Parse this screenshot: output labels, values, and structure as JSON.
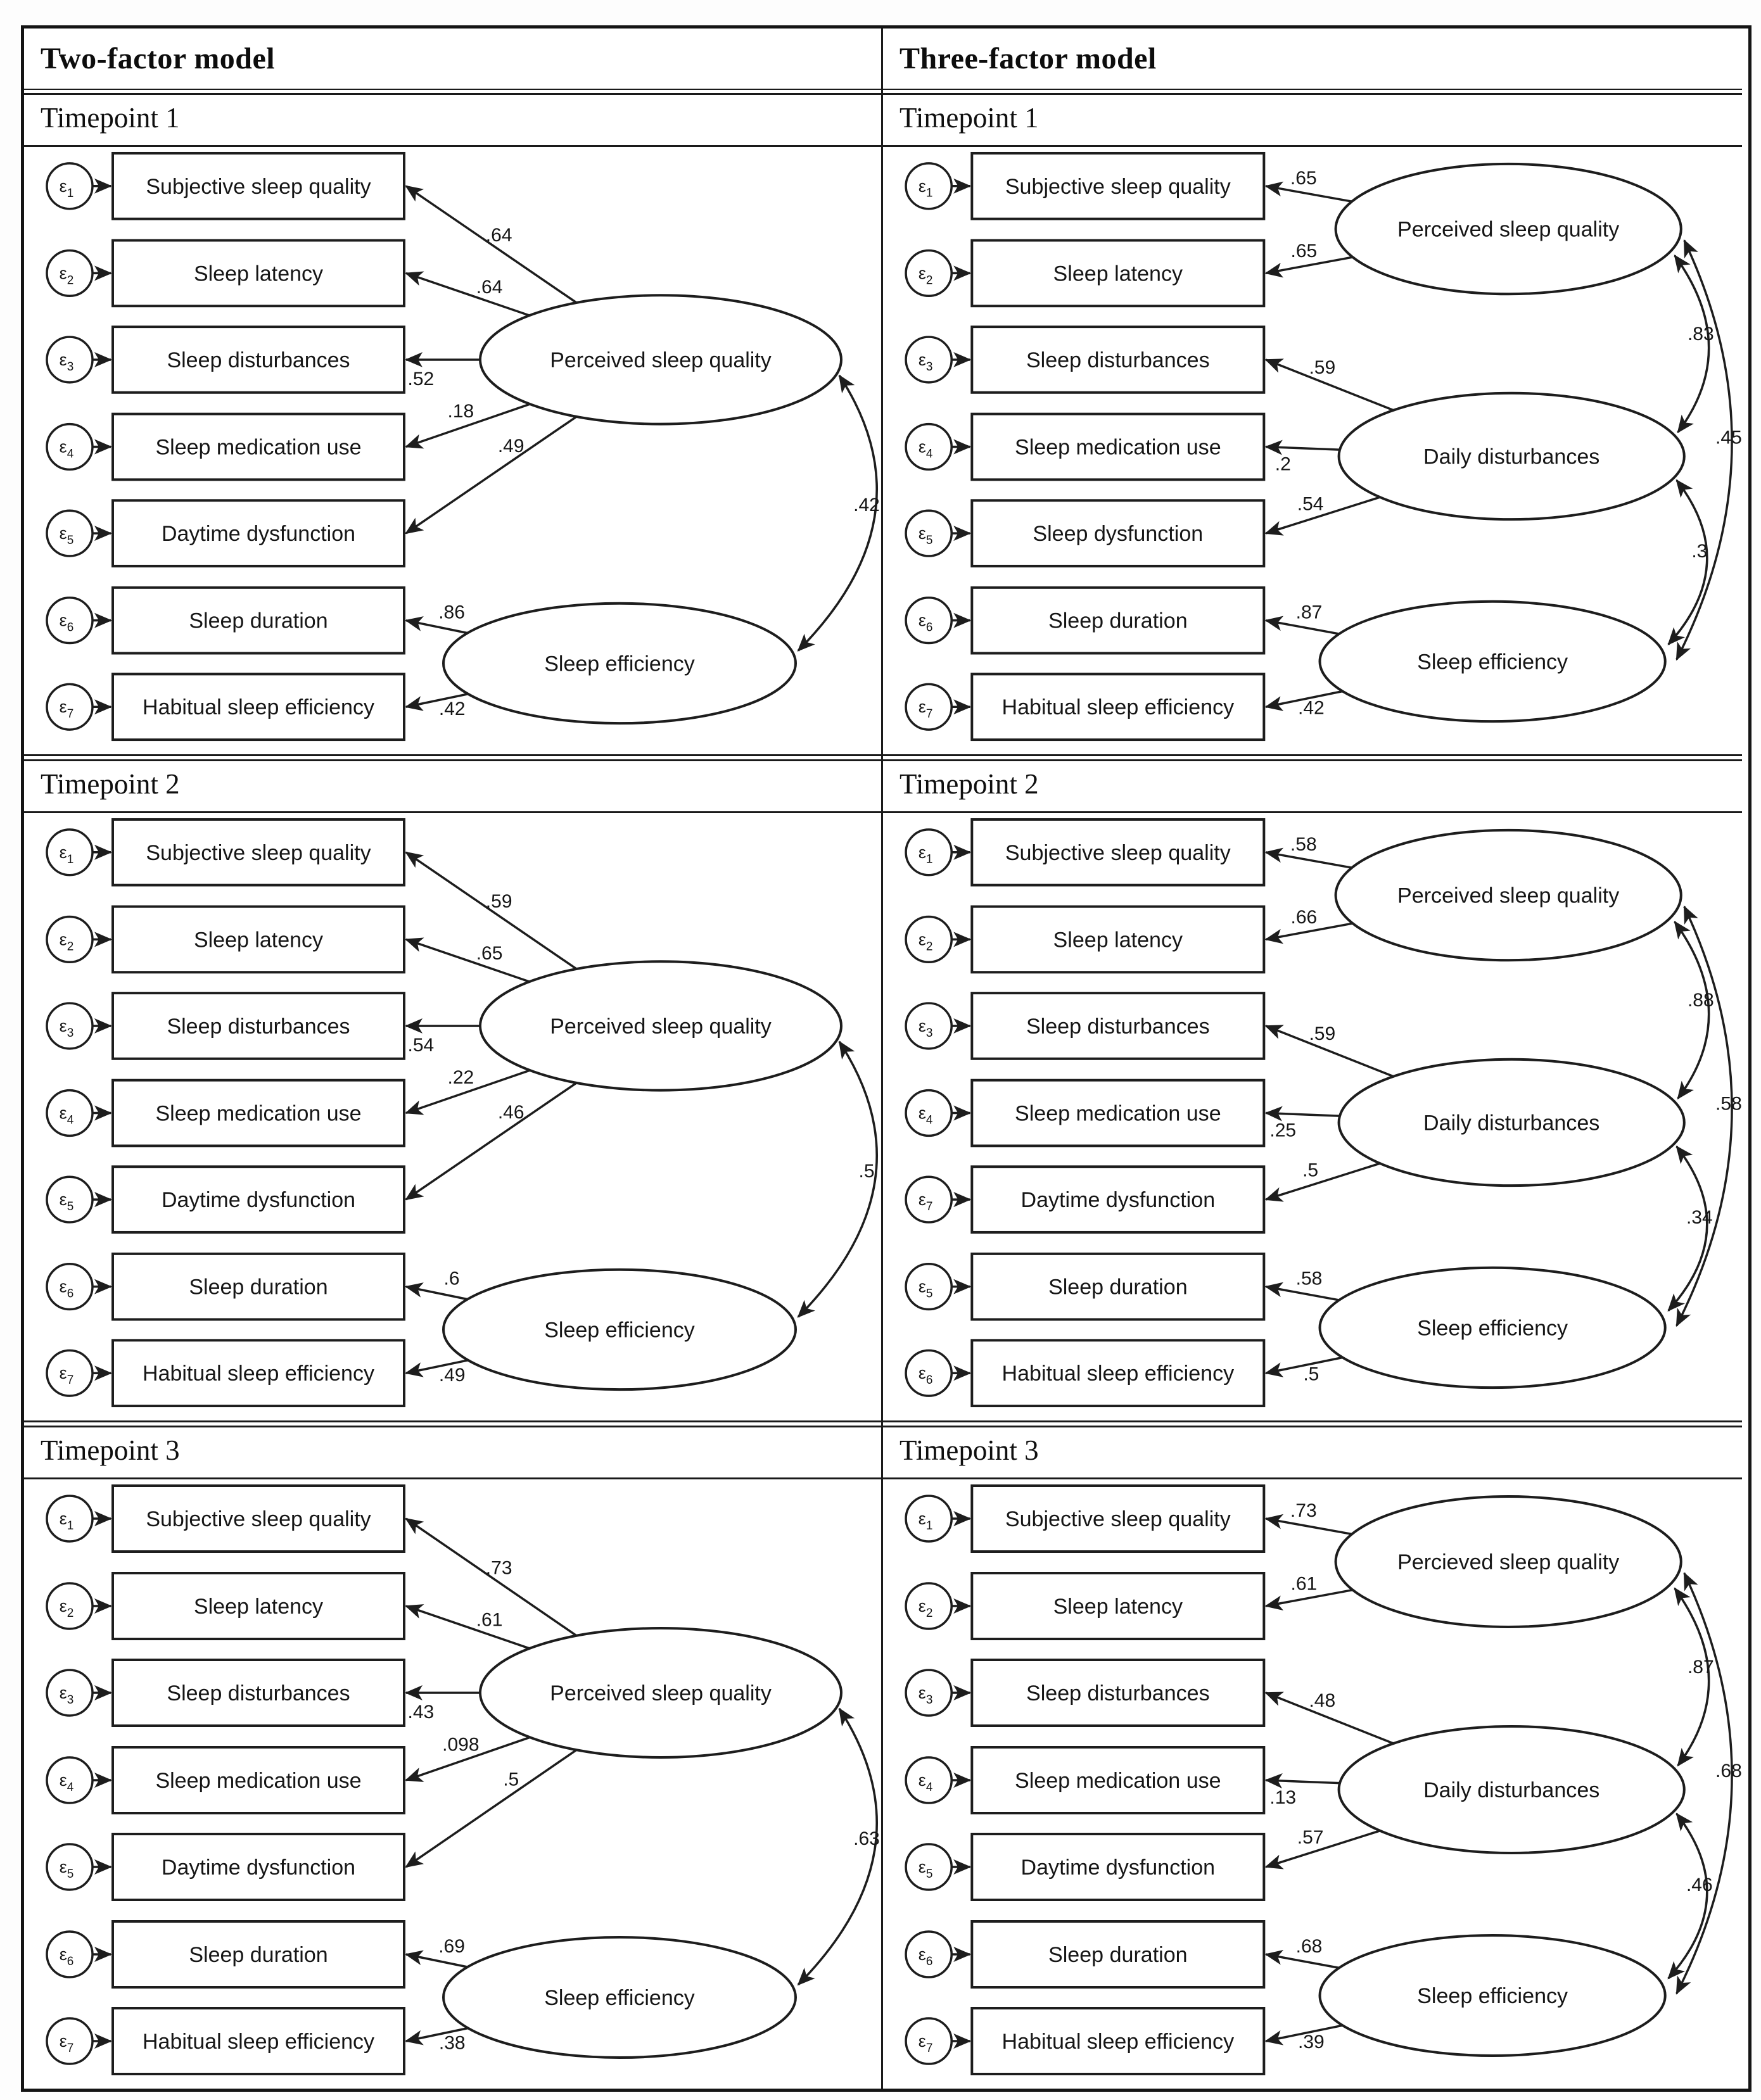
{
  "table": {
    "columns": [
      {
        "header": "Two-factor model",
        "sections": [
          {
            "label": "Timepoint 1",
            "panel": {
              "type": "two-factor",
              "indicators": [
                {
                  "error": "ε1",
                  "label": "Subjective sleep quality"
                },
                {
                  "error": "ε2",
                  "label": "Sleep latency"
                },
                {
                  "error": "ε3",
                  "label": "Sleep disturbances"
                },
                {
                  "error": "ε4",
                  "label": "Sleep medication use"
                },
                {
                  "error": "ε5",
                  "label": "Daytime dysfunction"
                },
                {
                  "error": "ε6",
                  "label": "Sleep duration"
                },
                {
                  "error": "ε7",
                  "label": "Habitual sleep efficiency"
                }
              ],
              "factors": [
                {
                  "name": "Perceived sleep quality",
                  "loadings": [
                    {
                      "row": 0,
                      "value": ".64"
                    },
                    {
                      "row": 1,
                      "value": ".64"
                    },
                    {
                      "row": 2,
                      "value": ".52"
                    },
                    {
                      "row": 3,
                      "value": ".18"
                    },
                    {
                      "row": 4,
                      "value": ".49"
                    }
                  ]
                },
                {
                  "name": "Sleep efficiency",
                  "loadings": [
                    {
                      "row": 5,
                      "value": ".86"
                    },
                    {
                      "row": 6,
                      "value": ".42"
                    }
                  ]
                }
              ],
              "correlations": [
                {
                  "between": [
                    0,
                    1
                  ],
                  "value": ".42"
                }
              ]
            }
          },
          {
            "label": "Timepoint 2",
            "panel": {
              "type": "two-factor",
              "indicators": [
                {
                  "error": "ε1",
                  "label": "Subjective sleep quality"
                },
                {
                  "error": "ε2",
                  "label": "Sleep latency"
                },
                {
                  "error": "ε3",
                  "label": "Sleep disturbances"
                },
                {
                  "error": "ε4",
                  "label": "Sleep medication use"
                },
                {
                  "error": "ε5",
                  "label": "Daytime dysfunction"
                },
                {
                  "error": "ε6",
                  "label": "Sleep duration"
                },
                {
                  "error": "ε7",
                  "label": "Habitual sleep efficiency"
                }
              ],
              "factors": [
                {
                  "name": "Perceived sleep quality",
                  "loadings": [
                    {
                      "row": 0,
                      "value": ".59"
                    },
                    {
                      "row": 1,
                      "value": ".65"
                    },
                    {
                      "row": 2,
                      "value": ".54"
                    },
                    {
                      "row": 3,
                      "value": ".22"
                    },
                    {
                      "row": 4,
                      "value": ".46"
                    }
                  ]
                },
                {
                  "name": "Sleep efficiency",
                  "loadings": [
                    {
                      "row": 5,
                      "value": ".6"
                    },
                    {
                      "row": 6,
                      "value": ".49"
                    }
                  ]
                }
              ],
              "correlations": [
                {
                  "between": [
                    0,
                    1
                  ],
                  "value": ".5"
                }
              ]
            }
          },
          {
            "label": "Timepoint 3",
            "panel": {
              "type": "two-factor",
              "indicators": [
                {
                  "error": "ε1",
                  "label": "Subjective sleep quality"
                },
                {
                  "error": "ε2",
                  "label": "Sleep latency"
                },
                {
                  "error": "ε3",
                  "label": "Sleep disturbances"
                },
                {
                  "error": "ε4",
                  "label": "Sleep medication use"
                },
                {
                  "error": "ε5",
                  "label": "Daytime dysfunction"
                },
                {
                  "error": "ε6",
                  "label": "Sleep duration"
                },
                {
                  "error": "ε7",
                  "label": "Habitual sleep efficiency"
                }
              ],
              "factors": [
                {
                  "name": "Perceived sleep quality",
                  "loadings": [
                    {
                      "row": 0,
                      "value": ".73"
                    },
                    {
                      "row": 1,
                      "value": ".61"
                    },
                    {
                      "row": 2,
                      "value": ".43"
                    },
                    {
                      "row": 3,
                      "value": ".098"
                    },
                    {
                      "row": 4,
                      "value": ".5"
                    }
                  ]
                },
                {
                  "name": "Sleep efficiency",
                  "loadings": [
                    {
                      "row": 5,
                      "value": ".69"
                    },
                    {
                      "row": 6,
                      "value": ".38"
                    }
                  ]
                }
              ],
              "correlations": [
                {
                  "between": [
                    0,
                    1
                  ],
                  "value": ".63"
                }
              ]
            }
          }
        ]
      },
      {
        "header": "Three-factor model",
        "sections": [
          {
            "label": "Timepoint 1",
            "panel": {
              "type": "three-factor",
              "indicators": [
                {
                  "error": "ε1",
                  "label": "Subjective sleep quality"
                },
                {
                  "error": "ε2",
                  "label": "Sleep latency"
                },
                {
                  "error": "ε3",
                  "label": "Sleep disturbances"
                },
                {
                  "error": "ε4",
                  "label": "Sleep medication use"
                },
                {
                  "error": "ε5",
                  "label": "Sleep dysfunction"
                },
                {
                  "error": "ε6",
                  "label": "Sleep duration"
                },
                {
                  "error": "ε7",
                  "label": "Habitual sleep efficiency"
                }
              ],
              "factors": [
                {
                  "name": "Perceived sleep quality",
                  "loadings": [
                    {
                      "row": 0,
                      "value": ".65"
                    },
                    {
                      "row": 1,
                      "value": ".65"
                    }
                  ]
                },
                {
                  "name": "Daily disturbances",
                  "loadings": [
                    {
                      "row": 2,
                      "value": ".59"
                    },
                    {
                      "row": 3,
                      "value": ".2"
                    },
                    {
                      "row": 4,
                      "value": ".54"
                    }
                  ]
                },
                {
                  "name": "Sleep efficiency",
                  "loadings": [
                    {
                      "row": 5,
                      "value": ".87"
                    },
                    {
                      "row": 6,
                      "value": ".42"
                    }
                  ]
                }
              ],
              "correlations": [
                {
                  "between": [
                    0,
                    1
                  ],
                  "value": ".83"
                },
                {
                  "between": [
                    1,
                    2
                  ],
                  "value": ".3"
                },
                {
                  "between": [
                    0,
                    2
                  ],
                  "value": ".45"
                }
              ]
            }
          },
          {
            "label": "Timepoint 2",
            "panel": {
              "type": "three-factor",
              "indicators": [
                {
                  "error": "ε1",
                  "label": "Subjective sleep quality"
                },
                {
                  "error": "ε2",
                  "label": "Sleep latency"
                },
                {
                  "error": "ε3",
                  "label": "Sleep disturbances"
                },
                {
                  "error": "ε4",
                  "label": "Sleep medication use"
                },
                {
                  "error": "ε7",
                  "label": "Daytime dysfunction"
                },
                {
                  "error": "ε5",
                  "label": "Sleep duration"
                },
                {
                  "error": "ε6",
                  "label": "Habitual sleep efficiency"
                }
              ],
              "factors": [
                {
                  "name": "Perceived sleep quality",
                  "loadings": [
                    {
                      "row": 0,
                      "value": ".58"
                    },
                    {
                      "row": 1,
                      "value": ".66"
                    }
                  ]
                },
                {
                  "name": "Daily disturbances",
                  "loadings": [
                    {
                      "row": 2,
                      "value": ".59"
                    },
                    {
                      "row": 3,
                      "value": ".25"
                    },
                    {
                      "row": 4,
                      "value": ".5"
                    }
                  ]
                },
                {
                  "name": "Sleep efficiency",
                  "loadings": [
                    {
                      "row": 5,
                      "value": ".58"
                    },
                    {
                      "row": 6,
                      "value": ".5"
                    }
                  ]
                }
              ],
              "correlations": [
                {
                  "between": [
                    0,
                    1
                  ],
                  "value": ".88"
                },
                {
                  "between": [
                    1,
                    2
                  ],
                  "value": ".34"
                },
                {
                  "between": [
                    0,
                    2
                  ],
                  "value": ".58"
                }
              ]
            }
          },
          {
            "label": "Timepoint 3",
            "panel": {
              "type": "three-factor",
              "indicators": [
                {
                  "error": "ε1",
                  "label": "Subjective sleep quality"
                },
                {
                  "error": "ε2",
                  "label": "Sleep latency"
                },
                {
                  "error": "ε3",
                  "label": "Sleep disturbances"
                },
                {
                  "error": "ε4",
                  "label": "Sleep medication use"
                },
                {
                  "error": "ε5",
                  "label": "Daytime dysfunction"
                },
                {
                  "error": "ε6",
                  "label": "Sleep duration"
                },
                {
                  "error": "ε7",
                  "label": "Habitual sleep efficiency"
                }
              ],
              "factors": [
                {
                  "name": "Percieved sleep quality",
                  "loadings": [
                    {
                      "row": 0,
                      "value": ".73"
                    },
                    {
                      "row": 1,
                      "value": ".61"
                    }
                  ]
                },
                {
                  "name": "Daily disturbances",
                  "loadings": [
                    {
                      "row": 2,
                      "value": ".48"
                    },
                    {
                      "row": 3,
                      "value": ".13"
                    },
                    {
                      "row": 4,
                      "value": ".57"
                    }
                  ]
                },
                {
                  "name": "Sleep efficiency",
                  "loadings": [
                    {
                      "row": 5,
                      "value": ".68"
                    },
                    {
                      "row": 6,
                      "value": ".39"
                    }
                  ]
                }
              ],
              "correlations": [
                {
                  "between": [
                    0,
                    1
                  ],
                  "value": ".87"
                },
                {
                  "between": [
                    1,
                    2
                  ],
                  "value": ".46"
                },
                {
                  "between": [
                    0,
                    2
                  ],
                  "value": ".68"
                }
              ]
            }
          }
        ]
      }
    ]
  }
}
